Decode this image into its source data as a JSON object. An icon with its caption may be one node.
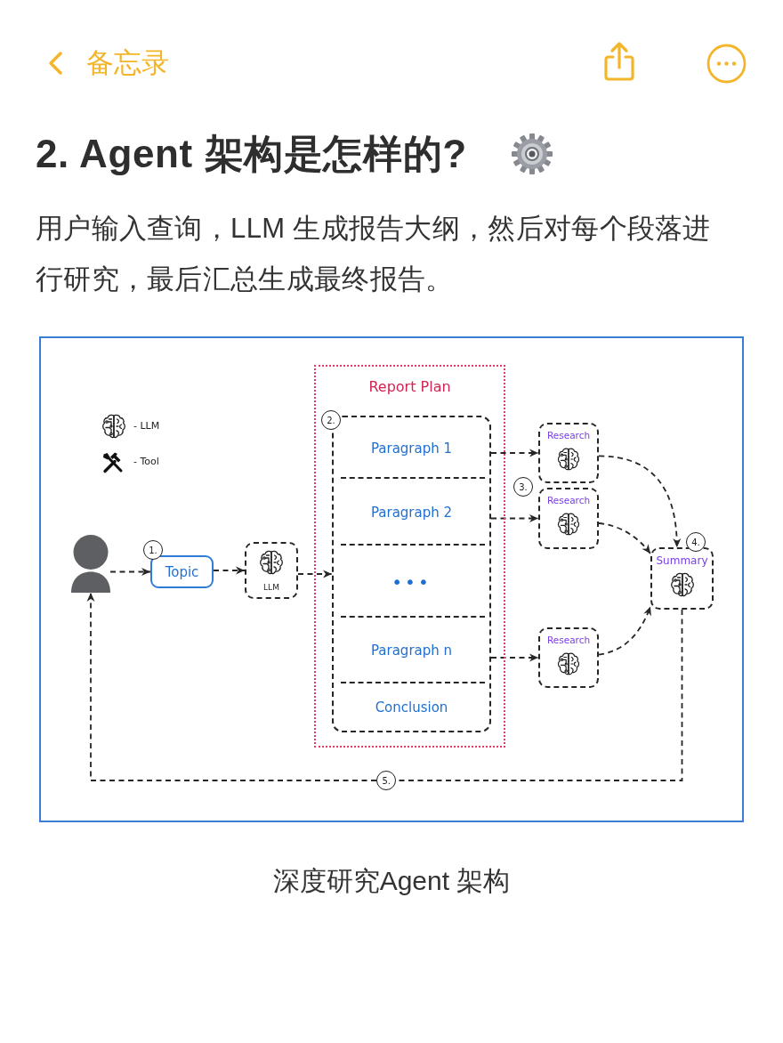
{
  "diagram": {
    "title": "2. Agent 架构是怎样的?",
    "caption": "深度研究Agent 架构",
    "nodes": [
      {
        "text": [],
        "shape": "person"
      },
      {
        "text": [
          "Topic"
        ],
        "beside": [
          "1."
        ]
      },
      {
        "text": [
          "LLM"
        ]
      },
      {
        "text": [
          "Report Plan"
        ]
      },
      {
        "text": [],
        "shape": "box",
        "in": 3,
        "beside": [
          "2."
        ]
      },
      {
        "text": [
          "Paragraph 1"
        ],
        "in": 4
      },
      {
        "text": [
          "Paragraph 2"
        ],
        "in": 4
      },
      {
        "text": [
          "•••"
        ],
        "in": 4
      },
      {
        "text": [
          "Paragraph n"
        ],
        "in": 4
      },
      {
        "text": [
          "Conclusion"
        ],
        "in": 4
      },
      {
        "text": [
          "Research"
        ]
      },
      {
        "text": [
          "Research"
        ]
      },
      {
        "text": [
          "Research"
        ]
      },
      {
        "text": [
          "Summary"
        ],
        "beside": [
          "4."
        ]
      }
    ],
    "edges": [
      {
        "from": 0,
        "to": 1,
        "arrow": "to",
        "style": "dashed"
      },
      {
        "from": 1,
        "to": 2,
        "arrow": "to",
        "style": "dashed"
      },
      {
        "from": 2,
        "to": 4,
        "arrow": "to",
        "style": "dashed"
      },
      {
        "from": 5,
        "to": 10,
        "arrow": "to",
        "style": "dashed"
      },
      {
        "from": 6,
        "to": 11,
        "arrow": "to",
        "style": "dashed"
      },
      {
        "from": 8,
        "to": 12,
        "arrow": "to",
        "style": "dashed"
      },
      {
        "from": 10,
        "to": 13,
        "arrow": "to",
        "style": "dashed"
      },
      {
        "from": 11,
        "to": 13,
        "arrow": "to",
        "style": "dashed"
      },
      {
        "from": 12,
        "to": 13,
        "arrow": "to",
        "style": "dashed"
      },
      {
        "from": 13,
        "to": 0,
        "arrow": "to",
        "style": "dashed",
        "label": "5."
      }
    ],
    "labels": [
      "备忘录",
      "用户输入查询，LLM 生成报告大纲，然后对每个段落进行研究，最后汇总生成最终报告。",
      "3."
    ],
    "legend": [
      {
        "text": "- LLM"
      },
      {
        "text": "- Tool"
      }
    ]
  }
}
